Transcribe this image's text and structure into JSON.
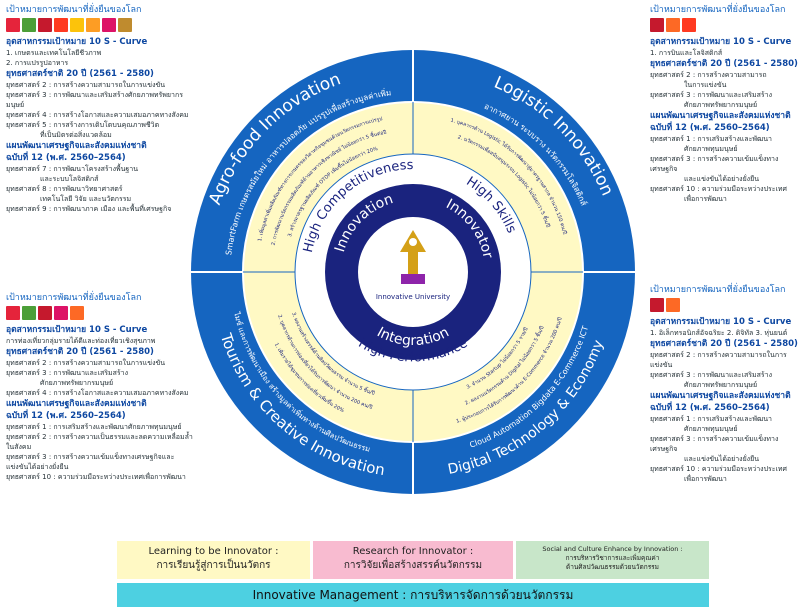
{
  "left_top": {
    "title": "เป้าหมายการพัฒนาที่ยั่งยืนของโลก",
    "sdg_colors": [
      "#e5243b",
      "#4c9f38",
      "#c5192d",
      "#ff3a21",
      "#fcc30b",
      "#fd9d24",
      "#dd1367",
      "#bf8b2e"
    ],
    "h1": "อุตสาหกรรมเป้าหมาย 10 S - Curve",
    "i1": "1. เกษตรและเทคโนโลยีชีวภาพ",
    "i2": "2. การแปรรูปอาหาร",
    "h2": "ยุทธศาสตร์ชาติ 20 ปี (2561 - 2580)",
    "s2": "ยุทธศาสตร์ 2 : การสร้างความสามารถในการแข่งขัน",
    "s3": "ยุทธศาสตร์ 3 : การพัฒนาและเสริมสร้างศักยภาพทรัพยากรมนุษย์",
    "s4": "ยุทธศาสตร์ 4 : การสร้างโอกาสและความเสมอภาคทางสังคม",
    "s5": "ยุทธศาสตร์ 5 : การสร้างการเติบโตบนคุณภาพชีวิต",
    "s5b": "ที่เป็นมิตรต่อสิ่งแวดล้อม",
    "h3": "แผนพัฒนาเศรษฐกิจและสังคมแห่งชาติ",
    "h3b": "ฉบับที่ 12 (พ.ศ. 2560–2564)",
    "p7": "ยุทธศาสตร์ 7 : การพัฒนาโครงสร้างพื้นฐาน",
    "p7b": "และระบบโลจิสติกส์",
    "p8": "ยุทธศาสตร์ 8 : การพัฒนาวิทยาศาสตร์",
    "p8b": "เทคโนโลยี วิจัย และนวัตกรรม",
    "p9": "ยุทธศาสตร์ 9 : การพัฒนาภาค เมือง และพื้นที่เศรษฐกิจ"
  },
  "left_bottom": {
    "title": "เป้าหมายการพัฒนาที่ยั่งยืนของโลก",
    "sdg_colors": [
      "#e5243b",
      "#4c9f38",
      "#c5192d",
      "#dd1367",
      "#fd6925"
    ],
    "h1": "อุตสาหกรรมเป้าหมาย 10 S - Curve",
    "i1": "การท่องเที่ยวกลุ่มรายได้ดีและท่องเที่ยวเชิงสุขภาพ",
    "h2": "ยุทธศาสตร์ชาติ 20 ปี (2561 - 2580)",
    "s2": "ยุทธศาสตร์ 2 : การสร้างความสามารถในการแข่งขัน",
    "s3": "ยุทธศาสตร์ 3 : การพัฒนาและเสริมสร้าง",
    "s3b": "ศักยภาพทรัพยากรมนุษย์",
    "s4": "ยุทธศาสตร์ 4 : การสร้างโอกาสและความเสมอภาคทางสังคม",
    "h3": "แผนพัฒนาเศรษฐกิจและสังคมแห่งชาติ",
    "h3b": "ฉบับที่ 12 (พ.ศ. 2560–2564)",
    "p1": "ยุทธศาสตร์ 1 : การเสริมสร้างและพัฒนาศักยภาพทุนมนุษย์",
    "p2": "ยุทธศาสตร์ 2 : การสร้างความเป็นธรรมและลดความเหลื่อมล้ำในสังคม",
    "p3": "ยุทธศาสตร์ 3 : การสร้างความเข้มแข็งทางเศรษฐกิจและแข่งขันได้อย่างยั่งยืน",
    "p10": "ยุทธศาสตร์ 10 : ความร่วมมือระหว่างประเทศเพื่อการพัฒนา"
  },
  "right_top": {
    "title": "เป้าหมายการพัฒนาที่ยั่งยืนของโลก",
    "sdg_colors": [
      "#c5192d",
      "#fd6925",
      "#ff3a21"
    ],
    "h1": "อุตสาหกรรมเป้าหมาย 10 S - Curve",
    "i1": "1. การบินและโลจิสติกส์",
    "h2": "ยุทธศาสตร์ชาติ 20 ปี (2561 - 2580)",
    "s2": "ยุทธศาสตร์ 2 : การสร้างความสามารถ",
    "s2b": "ในการแข่งขัน",
    "s3": "ยุทธศาสตร์ 3 : การพัฒนาและเสริมสร้าง",
    "s3b": "ศักยภาพทรัพยากรมนุษย์",
    "h3": "แผนพัฒนาเศรษฐกิจและสังคมแห่งชาติ",
    "h3b": "ฉบับที่ 12 (พ.ศ. 2560–2564)",
    "p1": "ยุทธศาสตร์ 1 : การเสริมสร้างและพัฒนา",
    "p1b": "ศักยภาพทุนมนุษย์",
    "p3": "ยุทธศาสตร์ 3 : การสร้างความเข้มแข็งทางเศรษฐกิจ",
    "p3b": "และแข่งขันได้อย่างยั่งยืน",
    "p10": "ยุทธศาสตร์ 10 : ความร่วมมือระหว่างประเทศ",
    "p10b": "เพื่อการพัฒนา"
  },
  "right_bottom": {
    "title": "เป้าหมายการพัฒนาที่ยั่งยืนของโลก",
    "sdg_colors": [
      "#c5192d",
      "#fd6925"
    ],
    "h1": "อุตสาหกรรมเป้าหมาย 10 S - Curve",
    "i1": "1. อิเล็กทรอนิกส์อัจฉริยะ  2. ดิจิทัล  3. หุ่นยนต์",
    "h2": "ยุทธศาสตร์ชาติ 20 ปี (2561 - 2580)",
    "s2": "ยุทธศาสตร์ 2 : การสร้างความสามารถในการแข่งขัน",
    "s3": "ยุทธศาสตร์ 3 : การพัฒนาและเสริมสร้าง",
    "s3b": "ศักยภาพทรัพยากรมนุษย์",
    "h3": "แผนพัฒนาเศรษฐกิจและสังคมแห่งชาติ",
    "h3b": "ฉบับที่ 12 (พ.ศ. 2560–2564)",
    "p1": "ยุทธศาสตร์ 1 : การเสริมสร้างและพัฒนา",
    "p1b": "ศักยภาพทุนมนุษย์",
    "p3": "ยุทธศาสตร์ 3 : การสร้างความเข้มแข็งทางเศรษฐกิจ",
    "p3b": "และแข่งขันได้อย่างยั่งยืน",
    "p10": "ยุทธศาสตร์ 10 : ความร่วมมือระหว่างประเทศ",
    "p10b": "เพื่อการพัฒนา"
  },
  "circle": {
    "outer": {
      "agro_title": "Agro-food Innovation",
      "agro_sub": "SmartFarm เกษตรสมัยใหม่ อาหารปลอดภัย แปรรูปเพื่อสร้างมูลค่าเพิ่ม",
      "logistic_title": "Logistic Innovation",
      "logistic_sub": "อากาศยาน ระบบราง นวัตกรรมโลจิสติกส์",
      "digital_title": "Digital Technology & Economy",
      "digital_sub": "Cloud Automation Bigdata E-Commerce ICT",
      "tourism_title": "Tourism & Creative Innovation",
      "tourism_sub": "ไมซ์ และการพัฒนาเมือง สร้างมูลค่าเพิ่มทางด้านศิลปวัฒนธรรม"
    },
    "agro_ring": {
      "l1": "1. เพิ่มมูลค่าเพิ่มผลิตภัณฑ์ทางการเกษตรของวิสาหกิจชุมชนด้วยนวัตกรรมการแปรรูป",
      "l2": "2. การพัฒนานวัตกรรมผลิตภัณฑ์ด้านอาหารเชิงพาณิชย์ ไม่น้อยกว่า 5 ชิ้นต่อปี",
      "l3": "3. สร้างมาตรฐานผลิตภัณฑ์ OTOP เพิ่มขึ้นไม่น้อยกว่า 20%"
    },
    "logistic_ring": {
      "l1": "1. บุคลากรด้าน Logistic ได้รับการพัฒนาสู่มาตรฐานสากล จำนวน 150 คน/ปี",
      "l2": "2. นวัตกรรมเพื่อสนับสนุนระบบ Logistic ไม่น้อยกว่า 5 ชิ้น/ปี"
    },
    "digital_ring": {
      "l1": "1. ผู้ประกอบการได้รับการพัฒนาด้าน E-Commerce จำนวน 200 คน/ปี",
      "l2": "2. ผลงานนวัตกรรมด้าน Digital ไม่น้อยกว่า 5 ชิ้น/ปี",
      "l3": "3. จำนวน Startup ไม่น้อยกว่า 5 ราย/ปี"
    },
    "tourism_ring": {
      "l1": "1. เพิ่มรายได้ชุมชนการท่องเที่ยวเพิ่มขึ้น 20%",
      "l2": "2. บุคลากรด้านการท่องเที่ยวได้รับการพัฒนา จำนวน 200 คน/ปี",
      "l3": "3. ผลงานสร้างสรรค์ด้านศิลปวัฒนธรรม จำนวน 5 ชิ้น/ปี"
    },
    "mid": {
      "top": "High Competitiveness",
      "right": "High Skills",
      "bottom": "High Performance"
    },
    "inner": {
      "top": "Innovation",
      "right": "Innovator",
      "bottom": "Integration",
      "center_label": "Innovative University"
    }
  },
  "bottom": {
    "box1_line1": "Learning to be Innovator :",
    "box1_line2": "การเรียนรู้สู่การเป็นนวัตกร",
    "box2_line1": "Research for Innovator :",
    "box2_line2": "การวิจัยเพื่อสร้างสรรค์นวัตกรรม",
    "box3_line1": "Social and Culture Enhance by Innovation :",
    "box3_line2": "การบริหารวิชาการและเพิ่มคุณค่า",
    "box3_line3": "ด้านศิลปวัฒนธรรมด้วยนวัตกรรม",
    "bar": "Innovative Management : การบริหารจัดการด้วยนวัตกรรม"
  }
}
